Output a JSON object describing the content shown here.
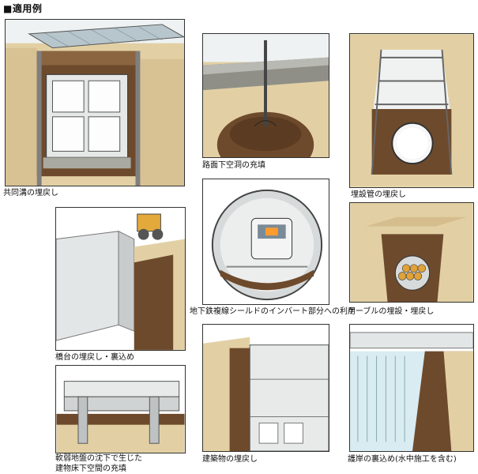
{
  "title": "■適用例",
  "captions": {
    "utility_tunnel": "共同溝の埋戻し",
    "road_cavity": "路面下空洞の充填",
    "buried_pipe": "埋設管の埋戻し",
    "bridge_abutment": "橋台の埋戻し・裏込め",
    "subway_invert": "地下鉄複線シールドのインバート部分への利用",
    "cable": "ケーブルの埋設・埋戻し",
    "soft_ground_line1": "軟弱地盤の沈下で生じた",
    "soft_ground_line2": "建物床下空間の充填",
    "building": "建築物の埋戻し",
    "revetment": "護岸の裏込め(水中施工を含む)"
  },
  "colors": {
    "soil": "#dcc79a",
    "fill": "#6e4a2c",
    "concrete": "#d9dcdc",
    "sky": "#e8eef0",
    "gravel": "#9a9a92"
  }
}
